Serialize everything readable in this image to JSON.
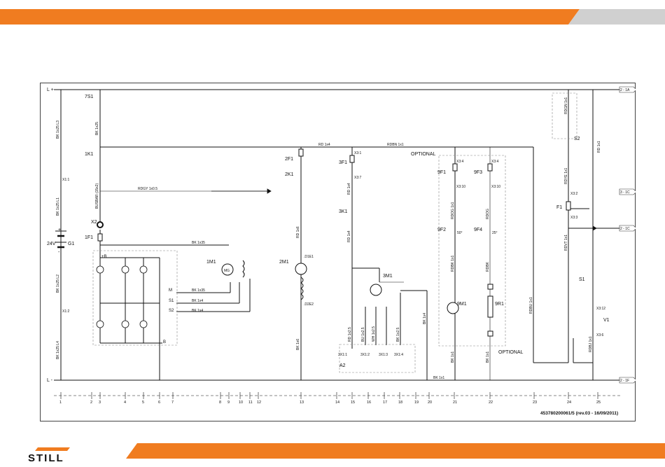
{
  "colors": {
    "accent": "#f07c20",
    "grey": "#d0d0d0"
  },
  "brand": {
    "logo": "STILL"
  },
  "doc_ref": "453780200061/5 (rev.03 - 16/09/2011)",
  "rails": {
    "top": "L +",
    "bottom": "L -"
  },
  "labels": {
    "s7": "7S1",
    "k1": "1K1",
    "f1": "1F1",
    "g1": "G1",
    "volt": "24V",
    "x2": "X2",
    "plus": "+",
    "minus": "-",
    "m1_motor": "1M1",
    "mg": "MG",
    "f2": "2F1",
    "k2": "2K1",
    "m2": "2M1",
    "f3": "3F1",
    "k3": "3K1",
    "m3": "3M1",
    "a2": "A2",
    "f9a": "9F1",
    "f9b": "9F2",
    "f9c": "9F3",
    "f9d": "9F4",
    "m9": "9M1",
    "r9": "9R1",
    "s2": "S2",
    "fF1": "F1",
    "s1": "S1",
    "v1": "V1",
    "opt1": "OPTIONAL",
    "opt2": "OPTIONAL",
    "B": "B",
    "Bp": "+B",
    "M": "M",
    "S1in": "S1",
    "S2in": "S2",
    "x11": "X1:1",
    "x12": "X1:2",
    "x31": "X3:1",
    "x37": "X3:7",
    "x34": "X3:4",
    "x310": "X3:10",
    "x34b": "X3:4",
    "x310b": "X3:10",
    "x32": "X3:2",
    "x33": "X3:3",
    "x312": "X3:12",
    "x36": "X3:6",
    "p1a": "3X1:1",
    "p2a": "3X1:2",
    "p3a": "3X1:3",
    "p4a": "3X1:4",
    "t50": "50°",
    "t25": "25°",
    "d1e1": ".D1E1",
    "d2e2": ".D2E2"
  },
  "wires": {
    "bk25a": "BK 1x25 L3",
    "bk25b": "BK 1x25",
    "bus": "BUSBAR (15x2)",
    "bk25c": "BK 1x25 L1",
    "bk25d": "BK 1x25 L2",
    "bk25e": "BK 1x25 L4",
    "rd4": "RD 1x4",
    "rdbn": "RDBN 1x1",
    "rdgy": "RDGY 1x0.5",
    "bk35a": "BK 1x35",
    "bk35b": "BK 1x35",
    "bk4a": "BK 1x4",
    "bk4b": "BK 1x4",
    "rd6": "RD 1x6",
    "bk6": "BK 1x6",
    "rd4b": "RD 1x4",
    "rd4c": "RD 1x4",
    "rd25": "RD 1x2.5",
    "bu25": "BU 1x2.5",
    "wh25": "WH 1x2.5",
    "bk25f": "BK 1x2.5",
    "bk4c": "BK 1x4",
    "rdog": "RDOG 1x1",
    "rdog2": "RDOG",
    "rdbk": "RDBK 1x1",
    "rdbk2": "RDBK",
    "bk1": "BK 1x1",
    "bk1b": "BK 1x1",
    "bk1c": "BK 1x1",
    "rdgn": "RDGN 1x1",
    "rdye": "RDYE 1x1",
    "rdvt": "RDVT 1x1",
    "rdbu": "RDBU 1x1",
    "rdbj": "RDBJ 1x1",
    "rd1": "RD 1x1"
  },
  "refs": {
    "r1": "2 - 1A",
    "r2": "3 - 1C",
    "r3": "2 - 1C",
    "r4": "2 - 1F"
  },
  "columns": [
    "1",
    "2",
    "3",
    "4",
    "5",
    "6",
    "7",
    "8",
    "9",
    "10",
    "11",
    "12",
    "13",
    "14",
    "15",
    "16",
    "17",
    "18",
    "19",
    "20",
    "21",
    "22",
    "23",
    "24",
    "25"
  ]
}
